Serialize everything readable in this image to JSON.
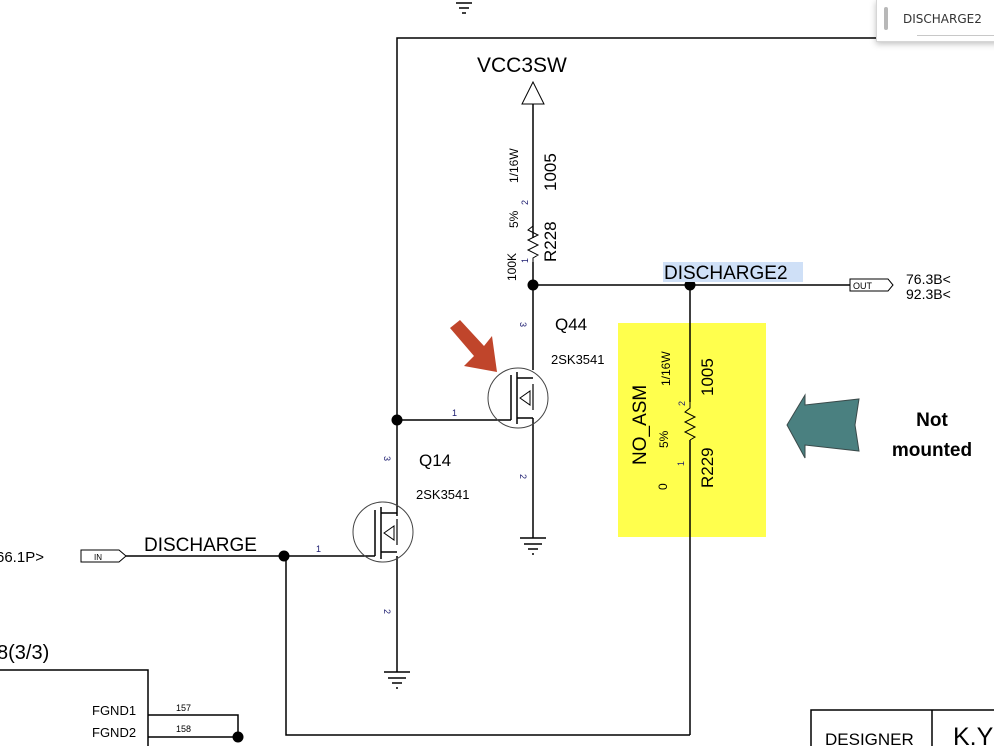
{
  "search_popup": {
    "value": "DISCHARGE2"
  },
  "power": {
    "net": "VCC3SW"
  },
  "nets": {
    "discharge2": "DISCHARGE2",
    "discharge": "DISCHARGE"
  },
  "ports": {
    "out": {
      "label": "OUT",
      "refs": [
        "76.3B<",
        "92.3B<"
      ]
    },
    "in": {
      "label": "IN",
      "ref": "66.1P>"
    }
  },
  "components": {
    "r228": {
      "ref": "R228",
      "value": "100K",
      "tolerance": "5%",
      "power": "1/16W",
      "package": "1005",
      "pin1": "1",
      "pin2": "2"
    },
    "r229": {
      "ref": "R229",
      "value": "0",
      "tolerance": "5%",
      "power": "1/16W",
      "package": "1005",
      "variant": "NO_ASM",
      "pin1": "1",
      "pin2": "2"
    },
    "q44": {
      "ref": "Q44",
      "part": "2SK3541",
      "pin_gate": "1",
      "pin_drain": "3",
      "pin_source": "2"
    },
    "q14": {
      "ref": "Q14",
      "part": "2SK3541",
      "pin_gate": "1",
      "pin_drain": "3",
      "pin_source": "2"
    }
  },
  "connector": {
    "title": "8(3/3)",
    "pins": [
      {
        "name": "FGND1",
        "number": "157"
      },
      {
        "name": "FGND2",
        "number": "158"
      }
    ]
  },
  "annotation": {
    "line1": "Not",
    "line2": "mounted"
  },
  "title_block": {
    "label": "DESIGNER",
    "value": "K.Y"
  },
  "colors": {
    "highlight_net": "#cfe0f7",
    "no_mount_box": "#ffff4d",
    "pointer_arrow": "#c0452b",
    "callout_arrow": "#4a8080",
    "pin_number": "#1a1a6e"
  }
}
